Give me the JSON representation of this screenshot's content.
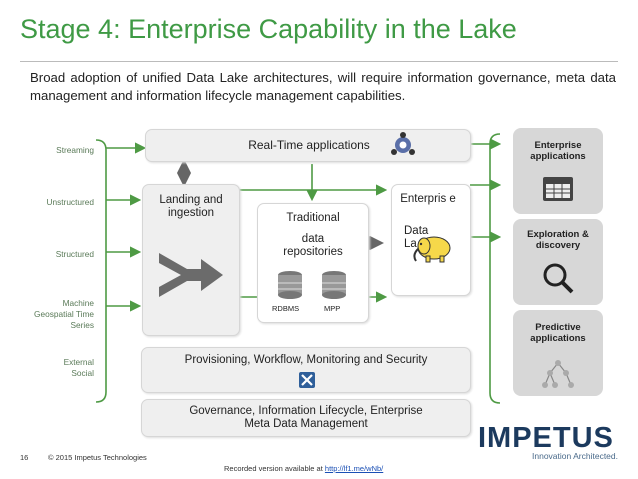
{
  "title": "Stage 4: Enterprise Capability in the Lake",
  "intro": "Broad adoption of unified Data Lake architectures, will require information governance, meta data management and information lifecycle management capabilities.",
  "sources": [
    "Streaming",
    "Unstructured",
    "Structured",
    "Machine Geospatial Time Series",
    "External Social"
  ],
  "boxes": {
    "realtime": "Real-Time applications",
    "landing": "Landing and ingestion",
    "traditional_title": "Traditional",
    "traditional_sub": "data repositories",
    "rdbms": "RDBMS",
    "mpp": "MPP",
    "enterprise_lake": "Enterpris e",
    "enterprise_lake_sub": "Data La",
    "provisioning": "Provisioning, Workflow, Monitoring and Security",
    "governance": "Governance, Information Lifecycle, Enterprise Meta Data Management"
  },
  "side": {
    "enterprise_apps": "Enterprise applications",
    "exploration": "Exploration & discovery",
    "predictive": "Predictive applications"
  },
  "footer": {
    "page_number": "16",
    "copyright": "© 2015 Impetus Technologies",
    "recorded_text": "Recorded version available at ",
    "recorded_link": "http://lf1.me/wNb/"
  },
  "logo": {
    "name": "IMPETUS",
    "tagline": "Innovation Architected."
  },
  "colors": {
    "accent": "#3f9a45",
    "arrow": "#4e9a44",
    "box": "#efefef",
    "side": "#d7d7d7"
  },
  "icons": [
    "network-icon",
    "calendar-icon",
    "magnifier-icon",
    "tree-icon",
    "tools-icon",
    "database-icon",
    "elephant-icon",
    "merge-arrow-icon"
  ]
}
